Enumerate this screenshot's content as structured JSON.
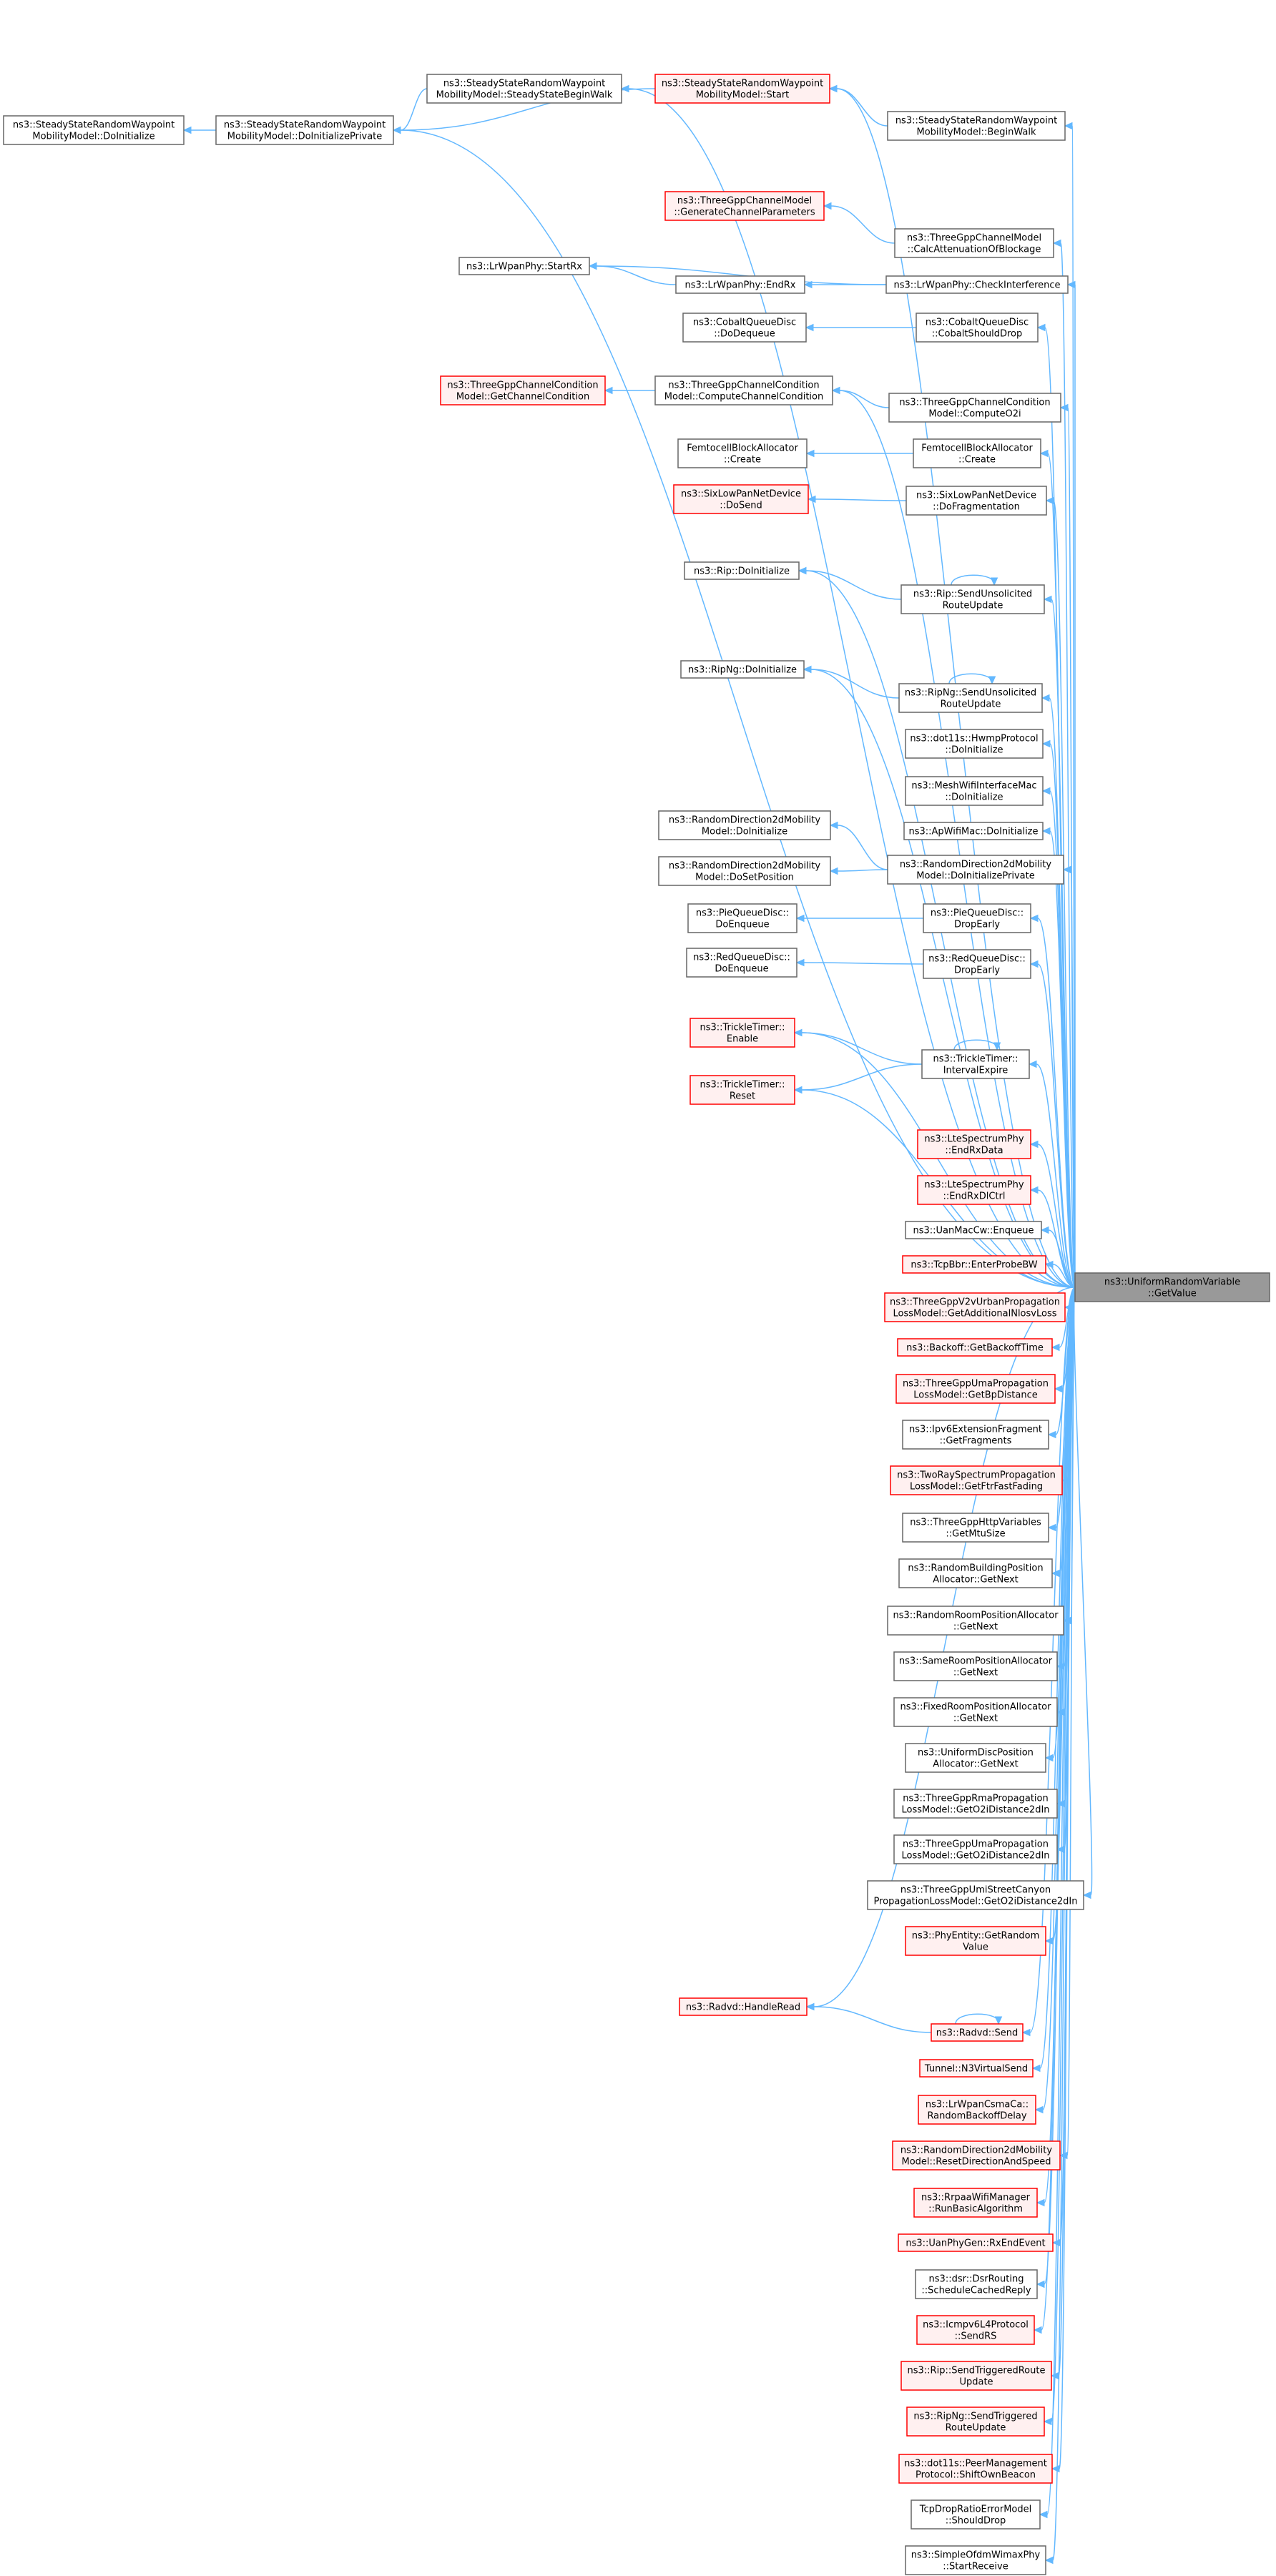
{
  "root": {
    "id": "root",
    "lines": [
      "ns3::UniformRandomVariable",
      "::GetValue"
    ]
  },
  "nodes": [
    {
      "id": "ss_doinit",
      "lines": [
        "ns3::SteadyStateRandomWaypoint",
        "MobilityModel::DoInitialize"
      ],
      "red": false
    },
    {
      "id": "ss_doinitpriv",
      "lines": [
        "ns3::SteadyStateRandomWaypoint",
        "MobilityModel::DoInitializePrivate"
      ],
      "red": false
    },
    {
      "id": "ss_beginwalk2",
      "lines": [
        "ns3::SteadyStateRandomWaypoint",
        "MobilityModel::SteadyStateBeginWalk"
      ],
      "red": false
    },
    {
      "id": "ss_start",
      "lines": [
        "ns3::SteadyStateRandomWaypoint",
        "MobilityModel::Start"
      ],
      "red": true
    },
    {
      "id": "ss_beginwalk",
      "lines": [
        "ns3::SteadyStateRandomWaypoint",
        "MobilityModel::BeginWalk"
      ],
      "red": false
    },
    {
      "id": "tg_genparams",
      "lines": [
        "ns3::ThreeGppChannelModel",
        "::GenerateChannelParameters"
      ],
      "red": true
    },
    {
      "id": "tg_calcatt",
      "lines": [
        "ns3::ThreeGppChannelModel",
        "::CalcAttenuationOfBlockage"
      ],
      "red": false
    },
    {
      "id": "lr_startrx",
      "lines": [
        "ns3::LrWpanPhy::StartRx"
      ],
      "red": false
    },
    {
      "id": "lr_endrx",
      "lines": [
        "ns3::LrWpanPhy::EndRx"
      ],
      "red": false
    },
    {
      "id": "lr_checkint",
      "lines": [
        "ns3::LrWpanPhy::CheckInterference"
      ],
      "red": false
    },
    {
      "id": "cq_dodequeue",
      "lines": [
        "ns3::CobaltQueueDisc",
        "::DoDequeue"
      ],
      "red": false
    },
    {
      "id": "cq_shoulddrop",
      "lines": [
        "ns3::CobaltQueueDisc",
        "::CobaltShouldDrop"
      ],
      "red": false
    },
    {
      "id": "tgcc_getcc",
      "lines": [
        "ns3::ThreeGppChannelCondition",
        "Model::GetChannelCondition"
      ],
      "red": true
    },
    {
      "id": "tgcc_compute",
      "lines": [
        "ns3::ThreeGppChannelCondition",
        "Model::ComputeChannelCondition"
      ],
      "red": false
    },
    {
      "id": "tgcc_o2i",
      "lines": [
        "ns3::ThreeGppChannelCondition",
        "Model::ComputeO2i"
      ],
      "red": false
    },
    {
      "id": "fba_create_l",
      "lines": [
        "FemtocellBlockAllocator",
        "::Create"
      ],
      "red": false
    },
    {
      "id": "fba_create_r",
      "lines": [
        "FemtocellBlockAllocator",
        "::Create"
      ],
      "red": false
    },
    {
      "id": "slp_dosend",
      "lines": [
        "ns3::SixLowPanNetDevice",
        "::DoSend"
      ],
      "red": true
    },
    {
      "id": "slp_dofrag",
      "lines": [
        "ns3::SixLowPanNetDevice",
        "::DoFragmentation"
      ],
      "red": false
    },
    {
      "id": "rip_doinit",
      "lines": [
        "ns3::Rip::DoInitialize"
      ],
      "red": false
    },
    {
      "id": "rip_sendunsol",
      "lines": [
        "ns3::Rip::SendUnsolicited",
        "RouteUpdate"
      ],
      "red": false
    },
    {
      "id": "ripng_doinit",
      "lines": [
        "ns3::RipNg::DoInitialize"
      ],
      "red": false
    },
    {
      "id": "ripng_sendunsol",
      "lines": [
        "ns3::RipNg::SendUnsolicited",
        "RouteUpdate"
      ],
      "red": false
    },
    {
      "id": "hwmp_doinit",
      "lines": [
        "ns3::dot11s::HwmpProtocol",
        "::DoInitialize"
      ],
      "red": false
    },
    {
      "id": "meshwifi_doinit",
      "lines": [
        "ns3::MeshWifiInterfaceMac",
        "::DoInitialize"
      ],
      "red": false
    },
    {
      "id": "apwifi_doinit",
      "lines": [
        "ns3::ApWifiMac::DoInitialize"
      ],
      "red": false
    },
    {
      "id": "rd2d_doinit",
      "lines": [
        "ns3::RandomDirection2dMobility",
        "Model::DoInitialize"
      ],
      "red": false
    },
    {
      "id": "rd2d_dosetpos",
      "lines": [
        "ns3::RandomDirection2dMobility",
        "Model::DoSetPosition"
      ],
      "red": false
    },
    {
      "id": "rd2d_doinitpriv",
      "lines": [
        "ns3::RandomDirection2dMobility",
        "Model::DoInitializePrivate"
      ],
      "red": false
    },
    {
      "id": "pie_doenq",
      "lines": [
        "ns3::PieQueueDisc::",
        "DoEnqueue"
      ],
      "red": false
    },
    {
      "id": "pie_dropearly",
      "lines": [
        "ns3::PieQueueDisc::",
        "DropEarly"
      ],
      "red": false
    },
    {
      "id": "red_doenq",
      "lines": [
        "ns3::RedQueueDisc::",
        "DoEnqueue"
      ],
      "red": false
    },
    {
      "id": "red_dropearly",
      "lines": [
        "ns3::RedQueueDisc::",
        "DropEarly"
      ],
      "red": false
    },
    {
      "id": "tt_enable",
      "lines": [
        "ns3::TrickleTimer::",
        "Enable"
      ],
      "red": true
    },
    {
      "id": "tt_interval",
      "lines": [
        "ns3::TrickleTimer::",
        "IntervalExpire"
      ],
      "red": false
    },
    {
      "id": "tt_reset",
      "lines": [
        "ns3::TrickleTimer::",
        "Reset"
      ],
      "red": true
    },
    {
      "id": "lte_endrxdata",
      "lines": [
        "ns3::LteSpectrumPhy",
        "::EndRxData"
      ],
      "red": true
    },
    {
      "id": "lte_endrxdlctrl",
      "lines": [
        "ns3::LteSpectrumPhy",
        "::EndRxDlCtrl"
      ],
      "red": true
    },
    {
      "id": "uanmaccw_enq",
      "lines": [
        "ns3::UanMacCw::Enqueue"
      ],
      "red": false
    },
    {
      "id": "tcpbbr_probebw",
      "lines": [
        "ns3::TcpBbr::EnterProbeBW"
      ],
      "red": true
    },
    {
      "id": "tgv2v_nlos",
      "lines": [
        "ns3::ThreeGppV2vUrbanPropagation",
        "LossModel::GetAdditionalNlosvLoss"
      ],
      "red": true
    },
    {
      "id": "backoff_time",
      "lines": [
        "ns3::Backoff::GetBackoffTime"
      ],
      "red": true
    },
    {
      "id": "tguma_bp",
      "lines": [
        "ns3::ThreeGppUmaPropagation",
        "LossModel::GetBpDistance"
      ],
      "red": true
    },
    {
      "id": "ipv6ext_frag",
      "lines": [
        "ns3::Ipv6ExtensionFragment",
        "::GetFragments"
      ],
      "red": false
    },
    {
      "id": "tworay_fb",
      "lines": [
        "ns3::TwoRaySpectrumPropagation",
        "LossModel::GetFtrFastFading"
      ],
      "red": true
    },
    {
      "id": "tghttp_mtu",
      "lines": [
        "ns3::ThreeGppHttpVariables",
        "::GetMtuSize"
      ],
      "red": false
    },
    {
      "id": "rbpa_next",
      "lines": [
        "ns3::RandomBuildingPosition",
        "Allocator::GetNext"
      ],
      "red": false
    },
    {
      "id": "rrpa_next",
      "lines": [
        "ns3::RandomRoomPositionAllocator",
        "::GetNext"
      ],
      "red": false
    },
    {
      "id": "srpa_next",
      "lines": [
        "ns3::SameRoomPositionAllocator",
        "::GetNext"
      ],
      "red": false
    },
    {
      "id": "frpa_next",
      "lines": [
        "ns3::FixedRoomPositionAllocator",
        "::GetNext"
      ],
      "red": false
    },
    {
      "id": "udpa_next",
      "lines": [
        "ns3::UniformDiscPosition",
        "Allocator::GetNext"
      ],
      "red": false
    },
    {
      "id": "tgrma_o2i",
      "lines": [
        "ns3::ThreeGppRmaPropagation",
        "LossModel::GetO2iDistance2dIn"
      ],
      "red": false
    },
    {
      "id": "tguma_o2i",
      "lines": [
        "ns3::ThreeGppUmaPropagation",
        "LossModel::GetO2iDistance2dIn"
      ],
      "red": false
    },
    {
      "id": "tgumi_o2i",
      "lines": [
        "ns3::ThreeGppUmiStreetCanyon",
        "PropagationLossModel::GetO2iDistance2dIn"
      ],
      "red": false
    },
    {
      "id": "phyent_rand",
      "lines": [
        "ns3::PhyEntity::GetRandom",
        "Value"
      ],
      "red": true
    },
    {
      "id": "radvd_handleread",
      "lines": [
        "ns3::Radvd::HandleRead"
      ],
      "red": true
    },
    {
      "id": "radvd_send",
      "lines": [
        "ns3::Radvd::Send"
      ],
      "red": true
    },
    {
      "id": "tunnel_n3",
      "lines": [
        "Tunnel::N3VirtualSend"
      ],
      "red": true
    },
    {
      "id": "lrcsma_backoff",
      "lines": [
        "ns3::LrWpanCsmaCa::",
        "RandomBackoffDelay"
      ],
      "red": true
    },
    {
      "id": "rd2d_reset",
      "lines": [
        "ns3::RandomDirection2dMobility",
        "Model::ResetDirectionAndSpeed"
      ],
      "red": true
    },
    {
      "id": "rrpaa_run",
      "lines": [
        "ns3::RrpaaWifiManager",
        "::RunBasicAlgorithm"
      ],
      "red": true
    },
    {
      "id": "uanphygen_rxend",
      "lines": [
        "ns3::UanPhyGen::RxEndEvent"
      ],
      "red": true
    },
    {
      "id": "dsr_sched",
      "lines": [
        "ns3::dsr::DsrRouting",
        "::ScheduleCachedReply"
      ],
      "red": false
    },
    {
      "id": "icmpv6_sendrs",
      "lines": [
        "ns3::Icmpv6L4Protocol",
        "::SendRS"
      ],
      "red": true
    },
    {
      "id": "rip_sendtrig",
      "lines": [
        "ns3::Rip::SendTriggeredRoute",
        "Update"
      ],
      "red": true
    },
    {
      "id": "ripng_sendtrig",
      "lines": [
        "ns3::RipNg::SendTriggered",
        "RouteUpdate"
      ],
      "red": true
    },
    {
      "id": "peermgmt_shift",
      "lines": [
        "ns3::dot11s::PeerManagement",
        "Protocol::ShiftOwnBeacon"
      ],
      "red": true
    },
    {
      "id": "tcpdrop_should",
      "lines": [
        "TcpDropRatioErrorModel",
        "::ShouldDrop"
      ],
      "red": false
    },
    {
      "id": "simpleofdm_start",
      "lines": [
        "ns3::SimpleOfdmWimaxPhy",
        "::StartReceive"
      ],
      "red": false
    }
  ],
  "edges": [
    [
      "ss_doinitpriv",
      "ss_doinit"
    ],
    [
      "ss_beginwalk2",
      "ss_doinitpriv"
    ],
    [
      "ss_start",
      "ss_doinitpriv"
    ],
    [
      "ss_beginwalk",
      "ss_start"
    ],
    [
      "tg_calcatt",
      "tg_genparams"
    ],
    [
      "lr_endrx",
      "lr_startrx"
    ],
    [
      "lr_checkint",
      "lr_startrx"
    ],
    [
      "lr_checkint",
      "lr_endrx"
    ],
    [
      "cq_shoulddrop",
      "cq_dodequeue"
    ],
    [
      "tgcc_compute",
      "tgcc_getcc"
    ],
    [
      "tgcc_o2i",
      "tgcc_compute"
    ],
    [
      "fba_create_r",
      "fba_create_l"
    ],
    [
      "slp_dofrag",
      "slp_dosend"
    ],
    [
      "rip_sendunsol",
      "rip_doinit"
    ],
    [
      "rip_sendunsol",
      "rip_sendunsol"
    ],
    [
      "ripng_sendunsol",
      "ripng_doinit"
    ],
    [
      "ripng_sendunsol",
      "ripng_sendunsol"
    ],
    [
      "rd2d_doinitpriv",
      "rd2d_doinit"
    ],
    [
      "rd2d_doinitpriv",
      "rd2d_dosetpos"
    ],
    [
      "pie_dropearly",
      "pie_doenq"
    ],
    [
      "red_dropearly",
      "red_doenq"
    ],
    [
      "tt_interval",
      "tt_enable"
    ],
    [
      "tt_interval",
      "tt_reset"
    ],
    [
      "tt_interval",
      "tt_interval"
    ],
    [
      "radvd_send",
      "radvd_handleread"
    ],
    [
      "radvd_send",
      "radvd_send"
    ],
    [
      "root",
      "ss_beginwalk2"
    ],
    [
      "root",
      "ss_start"
    ],
    [
      "root",
      "ss_beginwalk"
    ],
    [
      "root",
      "ss_doinitpriv"
    ],
    [
      "root",
      "tg_calcatt"
    ],
    [
      "root",
      "lr_checkint"
    ],
    [
      "root",
      "cq_shoulddrop"
    ],
    [
      "root",
      "tgcc_compute"
    ],
    [
      "root",
      "tgcc_o2i"
    ],
    [
      "root",
      "fba_create_r"
    ],
    [
      "root",
      "slp_dofrag"
    ],
    [
      "root",
      "rip_doinit"
    ],
    [
      "root",
      "rip_sendunsol"
    ],
    [
      "root",
      "ripng_doinit"
    ],
    [
      "root",
      "ripng_sendunsol"
    ],
    [
      "root",
      "hwmp_doinit"
    ],
    [
      "root",
      "meshwifi_doinit"
    ],
    [
      "root",
      "apwifi_doinit"
    ],
    [
      "root",
      "rd2d_doinitpriv"
    ],
    [
      "root",
      "pie_dropearly"
    ],
    [
      "root",
      "red_dropearly"
    ],
    [
      "root",
      "tt_enable"
    ],
    [
      "root",
      "tt_interval"
    ],
    [
      "root",
      "tt_reset"
    ],
    [
      "root",
      "lte_endrxdata"
    ],
    [
      "root",
      "lte_endrxdlctrl"
    ],
    [
      "root",
      "uanmaccw_enq"
    ],
    [
      "root",
      "tcpbbr_probebw"
    ],
    [
      "root",
      "tgv2v_nlos"
    ],
    [
      "root",
      "backoff_time"
    ],
    [
      "root",
      "tguma_bp"
    ],
    [
      "root",
      "ipv6ext_frag"
    ],
    [
      "root",
      "tworay_fb"
    ],
    [
      "root",
      "tghttp_mtu"
    ],
    [
      "root",
      "rbpa_next"
    ],
    [
      "root",
      "rrpa_next"
    ],
    [
      "root",
      "srpa_next"
    ],
    [
      "root",
      "frpa_next"
    ],
    [
      "root",
      "udpa_next"
    ],
    [
      "root",
      "tgrma_o2i"
    ],
    [
      "root",
      "tguma_o2i"
    ],
    [
      "root",
      "tgumi_o2i"
    ],
    [
      "root",
      "phyent_rand"
    ],
    [
      "root",
      "radvd_handleread"
    ],
    [
      "root",
      "radvd_send"
    ],
    [
      "root",
      "tunnel_n3"
    ],
    [
      "root",
      "lrcsma_backoff"
    ],
    [
      "root",
      "rd2d_reset"
    ],
    [
      "root",
      "rrpaa_run"
    ],
    [
      "root",
      "uanphygen_rxend"
    ],
    [
      "root",
      "dsr_sched"
    ],
    [
      "root",
      "icmpv6_sendrs"
    ],
    [
      "root",
      "rip_sendtrig"
    ],
    [
      "root",
      "ripng_sendtrig"
    ],
    [
      "root",
      "peermgmt_shift"
    ],
    [
      "root",
      "tcpdrop_should"
    ],
    [
      "root",
      "simpleofdm_start"
    ]
  ],
  "colors": {
    "edge": "#63b8ff",
    "node_border": "#666666",
    "red_border": "#ff0000",
    "root_fill": "#999999"
  }
}
